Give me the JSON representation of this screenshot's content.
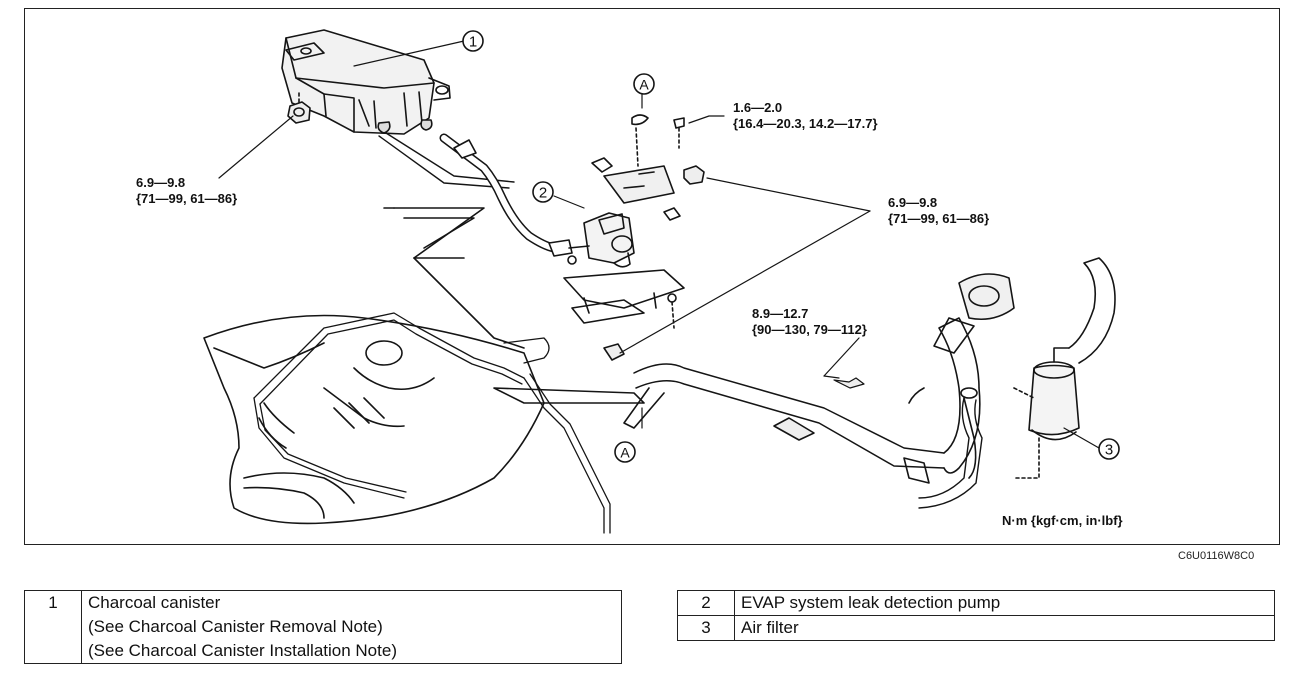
{
  "callouts": [
    "1",
    "2",
    "3"
  ],
  "ref_letter": "A",
  "torque_specs": [
    {
      "id": "spec-canister-nut",
      "line1": "6.9—9.8",
      "line2": "{71—99, 61—86}"
    },
    {
      "id": "spec-bolt-small",
      "line1": "1.6—2.0",
      "line2": "{16.4—20.3, 14.2—17.7}"
    },
    {
      "id": "spec-pump-nut",
      "line1": "6.9—9.8",
      "line2": "{71—99, 61—86}"
    },
    {
      "id": "spec-filler-bolt",
      "line1": "8.9—12.7",
      "line2": "{90—130, 79—112}"
    }
  ],
  "units": "N·m {kgf·cm, in·lbf}",
  "figure_code": "C6U0116W8C0",
  "parts_left": [
    {
      "num": "1",
      "lines": [
        "Charcoal canister",
        "(See Charcoal Canister Removal Note)",
        "(See Charcoal Canister Installation Note)"
      ]
    }
  ],
  "parts_right": [
    {
      "num": "2",
      "name": "EVAP system leak detection pump"
    },
    {
      "num": "3",
      "name": "Air filter"
    }
  ]
}
